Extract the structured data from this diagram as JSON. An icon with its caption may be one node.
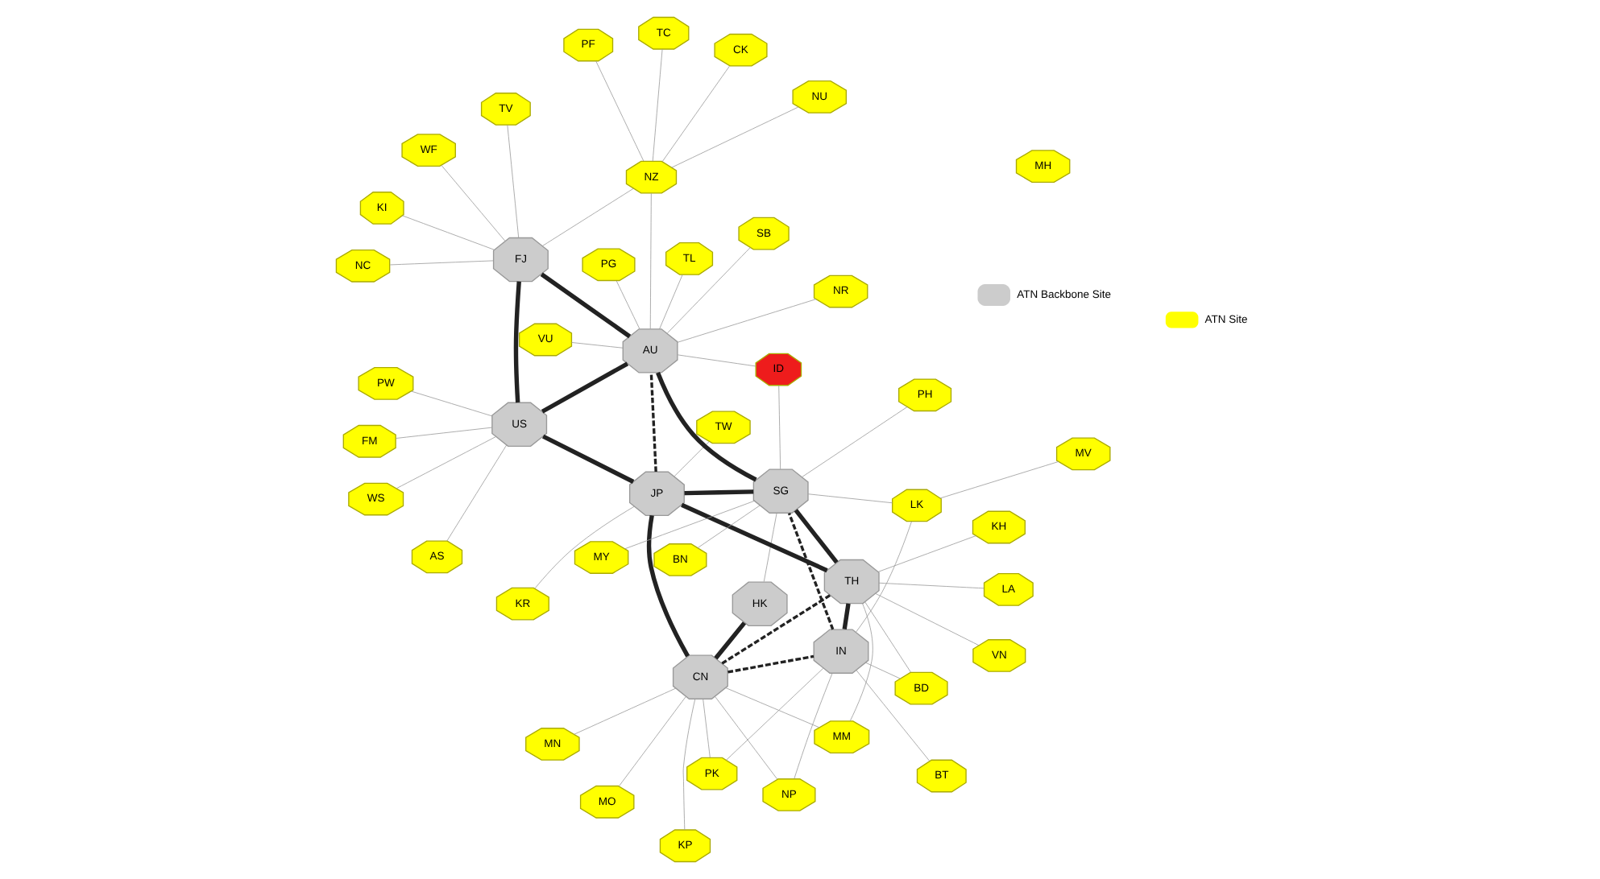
{
  "diagram": {
    "nodes": [
      {
        "text": [
          "CN"
        ]
      },
      {
        "text": [
          "JP"
        ]
      },
      {
        "text": [
          "KP"
        ]
      },
      {
        "text": [
          "MN"
        ]
      },
      {
        "text": [
          "MM"
        ]
      },
      {
        "text": [
          "MO"
        ]
      },
      {
        "text": [
          "KR"
        ]
      },
      {
        "text": [
          "HK"
        ]
      },
      {
        "text": [
          "US"
        ]
      },
      {
        "text": [
          "NP"
        ]
      },
      {
        "text": [
          "PK"
        ]
      },
      {
        "text": [
          "TH"
        ]
      },
      {
        "text": [
          "VN"
        ]
      },
      {
        "text": [
          "LA"
        ]
      },
      {
        "text": [
          "TW"
        ]
      },
      {
        "text": [
          "WS"
        ]
      },
      {
        "text": [
          "AS"
        ]
      },
      {
        "text": [
          "PW"
        ]
      },
      {
        "text": [
          "FM"
        ]
      },
      {
        "text": [
          "KH"
        ]
      },
      {
        "text": [
          "BT"
        ]
      },
      {
        "text": [
          "MY"
        ]
      },
      {
        "text": [
          "PH"
        ]
      },
      {
        "text": [
          "NR"
        ]
      },
      {
        "text": [
          "PG"
        ]
      },
      {
        "text": [
          "MH"
        ]
      },
      {
        "text": [
          "TL"
        ]
      },
      {
        "text": [
          "BD"
        ]
      },
      {
        "text": [
          "LK"
        ]
      },
      {
        "text": [
          "BN"
        ]
      },
      {
        "text": [
          "ID"
        ]
      },
      {
        "text": [
          "SB"
        ]
      },
      {
        "text": [
          "MV"
        ]
      },
      {
        "text": [
          "VU"
        ]
      },
      {
        "text": [
          "IN"
        ]
      },
      {
        "text": [
          "SG"
        ]
      },
      {
        "text": [
          "AU"
        ]
      },
      {
        "text": [
          "FJ"
        ]
      },
      {
        "text": [
          "NZ"
        ]
      },
      {
        "text": [
          "KI"
        ]
      },
      {
        "text": [
          "NC"
        ]
      },
      {
        "text": [
          "TV"
        ]
      },
      {
        "text": [
          "WF"
        ]
      },
      {
        "text": [
          "TC"
        ]
      },
      {
        "text": [
          "CK"
        ]
      },
      {
        "text": [
          "NU"
        ]
      },
      {
        "text": [
          "PF"
        ]
      }
    ],
    "edges": [
      {
        "from": 0,
        "to": 1,
        "arrow": "none",
        "style": "thick",
        "color": "#222222"
      },
      {
        "from": 0,
        "to": 7,
        "arrow": "none",
        "style": "thick",
        "color": "#222222"
      },
      {
        "from": 0,
        "to": 34,
        "arrow": "none",
        "style": "dashed",
        "color": "#222222"
      },
      {
        "from": 0,
        "to": 11,
        "arrow": "none",
        "style": "dashed",
        "color": "#222222"
      },
      {
        "from": 11,
        "to": 1,
        "arrow": "none",
        "style": "thick",
        "color": "#222222"
      },
      {
        "from": 1,
        "to": 35,
        "arrow": "none",
        "style": "thick",
        "color": "#222222"
      },
      {
        "from": 1,
        "to": 36,
        "arrow": "none",
        "style": "dashed",
        "color": "#222222"
      },
      {
        "from": 1,
        "to": 8,
        "arrow": "none",
        "style": "thick",
        "color": "#222222"
      },
      {
        "from": 11,
        "to": 34,
        "arrow": "none",
        "style": "thick",
        "color": "#222222"
      },
      {
        "from": 11,
        "to": 35,
        "arrow": "none",
        "style": "thick",
        "color": "#222222"
      },
      {
        "from": 34,
        "to": 35,
        "arrow": "none",
        "style": "dashed",
        "color": "#222222"
      },
      {
        "from": 35,
        "to": 36,
        "arrow": "none",
        "style": "thick",
        "color": "#222222"
      },
      {
        "from": 36,
        "to": 8,
        "arrow": "none",
        "style": "thick",
        "color": "#222222"
      },
      {
        "from": 36,
        "to": 37,
        "arrow": "none",
        "style": "thick",
        "color": "#222222"
      },
      {
        "from": 8,
        "to": 37,
        "arrow": "none",
        "style": "thick",
        "color": "#222222"
      },
      {
        "from": 0,
        "to": 2,
        "arrow": "none"
      },
      {
        "from": 0,
        "to": 9,
        "arrow": "none"
      },
      {
        "from": 0,
        "to": 10,
        "arrow": "none"
      },
      {
        "from": 0,
        "to": 3,
        "arrow": "none"
      },
      {
        "from": 0,
        "to": 4,
        "arrow": "none"
      },
      {
        "from": 0,
        "to": 5,
        "arrow": "none"
      },
      {
        "from": 1,
        "to": 6,
        "arrow": "none"
      },
      {
        "from": 1,
        "to": 14,
        "arrow": "none"
      },
      {
        "from": 7,
        "to": 35,
        "arrow": "none"
      },
      {
        "from": 11,
        "to": 4,
        "arrow": "none"
      },
      {
        "from": 11,
        "to": 12,
        "arrow": "none"
      },
      {
        "from": 11,
        "to": 13,
        "arrow": "none"
      },
      {
        "from": 11,
        "to": 19,
        "arrow": "none"
      },
      {
        "from": 11,
        "to": 27,
        "arrow": "none"
      },
      {
        "from": 34,
        "to": 9,
        "arrow": "none"
      },
      {
        "from": 34,
        "to": 10,
        "arrow": "none"
      },
      {
        "from": 34,
        "to": 20,
        "arrow": "none"
      },
      {
        "from": 34,
        "to": 27,
        "arrow": "none"
      },
      {
        "from": 34,
        "to": 28,
        "arrow": "none"
      },
      {
        "from": 28,
        "to": 32,
        "arrow": "none"
      },
      {
        "from": 35,
        "to": 21,
        "arrow": "none"
      },
      {
        "from": 35,
        "to": 29,
        "arrow": "none"
      },
      {
        "from": 35,
        "to": 28,
        "arrow": "none"
      },
      {
        "from": 35,
        "to": 22,
        "arrow": "none"
      },
      {
        "from": 35,
        "to": 30,
        "arrow": "none"
      },
      {
        "from": 36,
        "to": 30,
        "arrow": "none"
      },
      {
        "from": 36,
        "to": 26,
        "arrow": "none"
      },
      {
        "from": 36,
        "to": 23,
        "arrow": "none"
      },
      {
        "from": 36,
        "to": 24,
        "arrow": "none"
      },
      {
        "from": 36,
        "to": 31,
        "arrow": "none"
      },
      {
        "from": 36,
        "to": 33,
        "arrow": "none"
      },
      {
        "from": 8,
        "to": 15,
        "arrow": "none"
      },
      {
        "from": 8,
        "to": 16,
        "arrow": "none"
      },
      {
        "from": 8,
        "to": 17,
        "arrow": "none"
      },
      {
        "from": 8,
        "to": 18,
        "arrow": "none"
      },
      {
        "from": 36,
        "to": 38,
        "arrow": "none"
      },
      {
        "from": 37,
        "to": 38,
        "arrow": "none"
      },
      {
        "from": 37,
        "to": 39,
        "arrow": "none"
      },
      {
        "from": 37,
        "to": 40,
        "arrow": "none"
      },
      {
        "from": 37,
        "to": 41,
        "arrow": "none"
      },
      {
        "from": 37,
        "to": 42,
        "arrow": "none"
      },
      {
        "from": 38,
        "to": 43,
        "arrow": "none"
      },
      {
        "from": 38,
        "to": 44,
        "arrow": "none"
      },
      {
        "from": 38,
        "to": 45,
        "arrow": "none"
      },
      {
        "from": 38,
        "to": 46,
        "arrow": "none"
      }
    ],
    "legend": [
      {
        "text": "ATN Backbone Site"
      },
      {
        "text": "ATN Site"
      }
    ]
  }
}
